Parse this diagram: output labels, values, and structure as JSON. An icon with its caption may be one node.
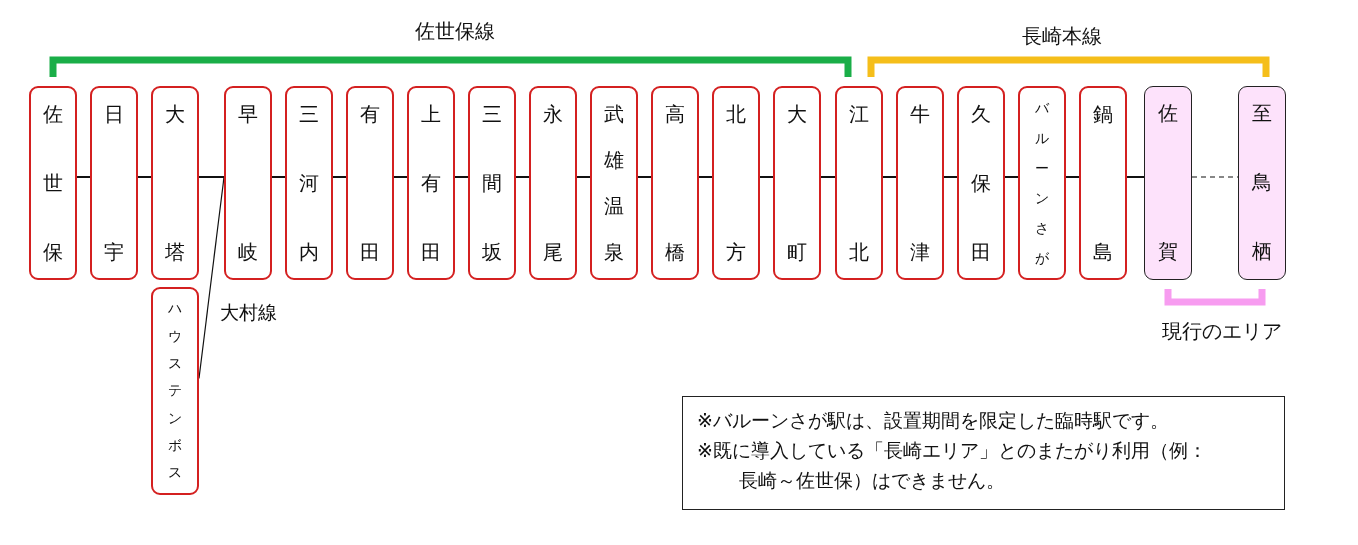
{
  "diagram": {
    "nodes": [
      {
        "text": [
          "佐世保"
        ]
      },
      {
        "text": [
          "日宇"
        ]
      },
      {
        "text": [
          "大塔"
        ]
      },
      {
        "text": [
          "早岐"
        ]
      },
      {
        "text": [
          "三河内"
        ]
      },
      {
        "text": [
          "有田"
        ]
      },
      {
        "text": [
          "上有田"
        ]
      },
      {
        "text": [
          "三間坂"
        ]
      },
      {
        "text": [
          "永尾"
        ]
      },
      {
        "text": [
          "武雄温泉"
        ]
      },
      {
        "text": [
          "高橋"
        ]
      },
      {
        "text": [
          "北方"
        ]
      },
      {
        "text": [
          "大町"
        ]
      },
      {
        "text": [
          "江北"
        ]
      },
      {
        "text": [
          "牛津"
        ]
      },
      {
        "text": [
          "久保田"
        ]
      },
      {
        "text": [
          "バルーンさが"
        ]
      },
      {
        "text": [
          "鍋島"
        ]
      },
      {
        "text": [
          "佐賀"
        ]
      },
      {
        "text": [
          "至鳥栖"
        ]
      },
      {
        "text": [
          "ハウステンボス"
        ]
      },
      {
        "text": [
          "※バルーンさが駅は、設置期間を限定した臨時駅です。",
          "※既に導入している「長崎エリア」とのまたがり利用（例：長崎～佐世保）はできません。"
        ]
      }
    ],
    "edges": [
      {
        "from": 0,
        "to": 1,
        "arrow": "none"
      },
      {
        "from": 1,
        "to": 2,
        "arrow": "none"
      },
      {
        "from": 2,
        "to": 3,
        "arrow": "none"
      },
      {
        "from": 3,
        "to": 4,
        "arrow": "none"
      },
      {
        "from": 4,
        "to": 5,
        "arrow": "none"
      },
      {
        "from": 5,
        "to": 6,
        "arrow": "none"
      },
      {
        "from": 6,
        "to": 7,
        "arrow": "none"
      },
      {
        "from": 7,
        "to": 8,
        "arrow": "none"
      },
      {
        "from": 8,
        "to": 9,
        "arrow": "none"
      },
      {
        "from": 9,
        "to": 10,
        "arrow": "none"
      },
      {
        "from": 10,
        "to": 11,
        "arrow": "none"
      },
      {
        "from": 11,
        "to": 12,
        "arrow": "none"
      },
      {
        "from": 12,
        "to": 13,
        "arrow": "none"
      },
      {
        "from": 13,
        "to": 14,
        "arrow": "none"
      },
      {
        "from": 14,
        "to": 15,
        "arrow": "none"
      },
      {
        "from": 15,
        "to": 16,
        "arrow": "none"
      },
      {
        "from": 16,
        "to": 17,
        "arrow": "none"
      },
      {
        "from": 17,
        "to": 18,
        "arrow": "none"
      },
      {
        "from": 18,
        "to": 19,
        "arrow": "none",
        "style": "dashed"
      },
      {
        "from": 3,
        "to": 20,
        "arrow": "none",
        "label": "大村線"
      }
    ],
    "labels": [
      "佐世保線",
      "長崎本線",
      "現行のエリア"
    ]
  }
}
